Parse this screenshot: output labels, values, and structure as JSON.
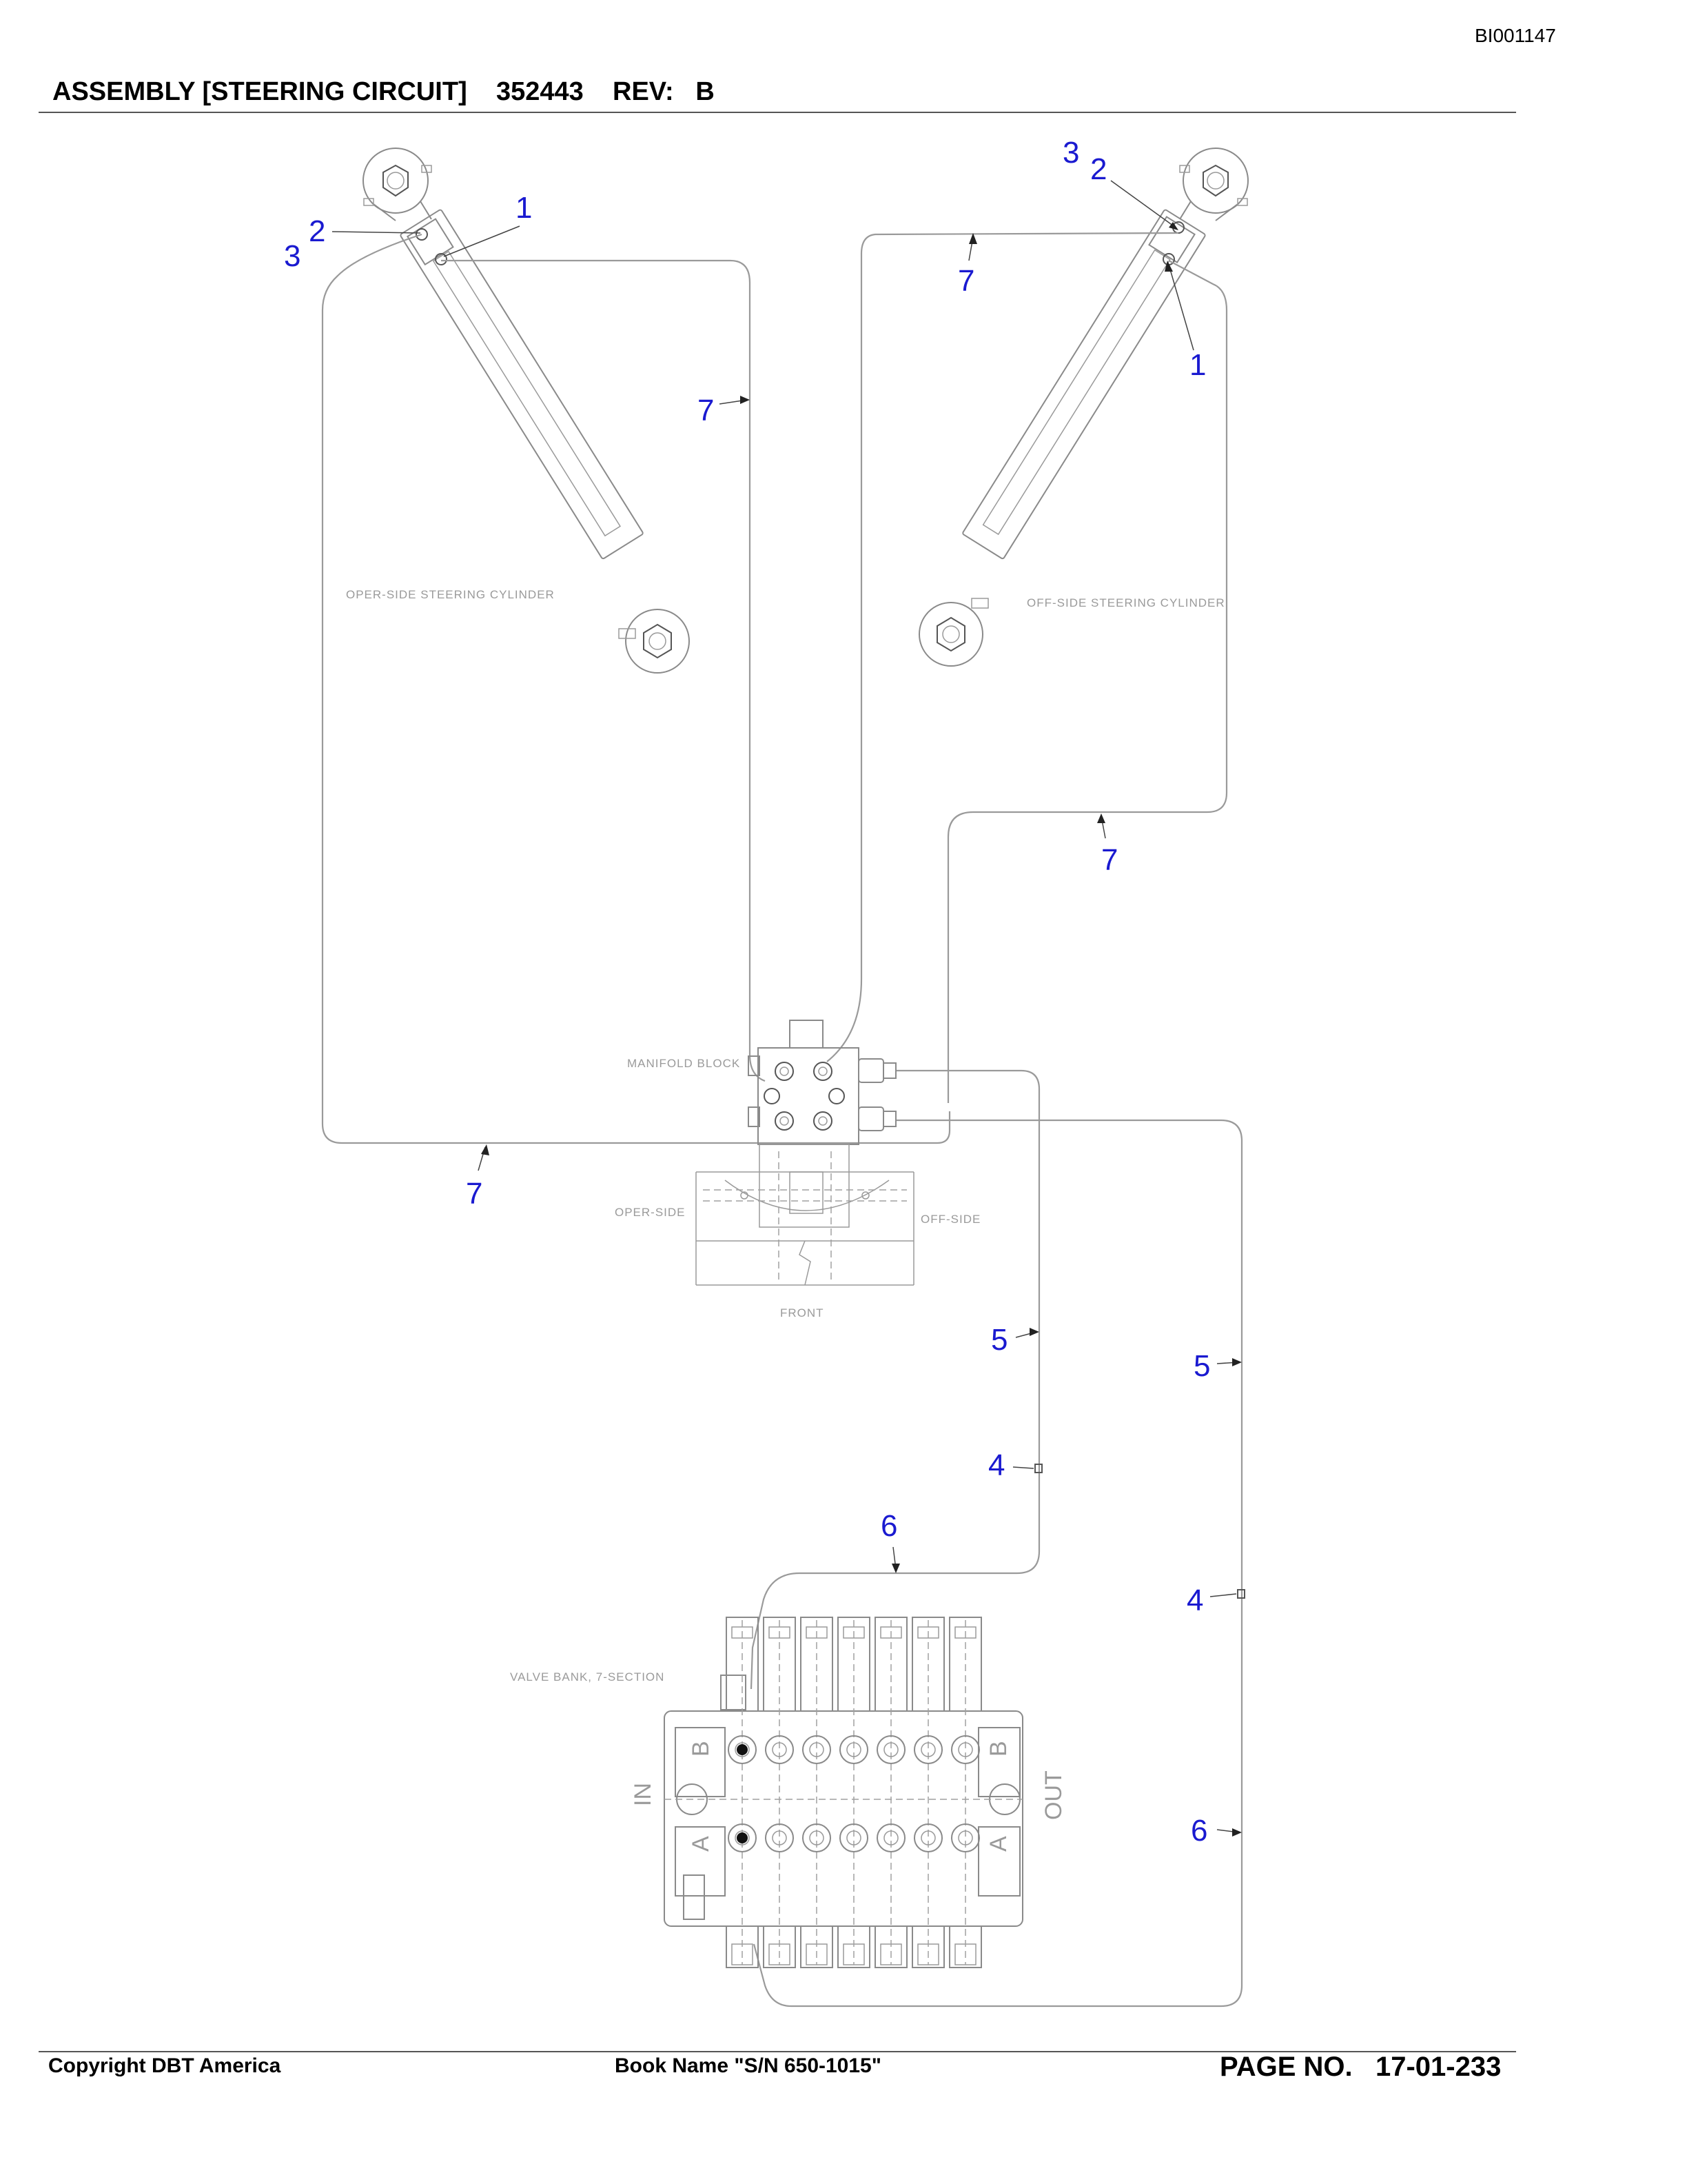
{
  "document": {
    "doc_id": "BI001147",
    "header": {
      "title": "ASSEMBLY [STEERING CIRCUIT]",
      "part_number": "352443",
      "rev_label": "REV:",
      "rev_value": "B"
    },
    "footer": {
      "copyright": "Copyright DBT America",
      "book_name": "Book Name \"S/N 650-1015\"",
      "page_label": "PAGE NO.",
      "page_value": "17-01-233"
    }
  },
  "drawing": {
    "component_labels": {
      "oper_cylinder": "OPER-SIDE STEERING CYLINDER",
      "off_cylinder": "OFF-SIDE STEERING CYLINDER",
      "manifold": "MANIFOLD BLOCK",
      "oper_side": "OPER-SIDE",
      "off_side": "OFF-SIDE",
      "front": "FRONT",
      "valve_bank": "VALVE BANK, 7-SECTION",
      "port_in": "IN",
      "port_out": "OUT",
      "port_b_left": "B",
      "port_a_left": "A",
      "port_b_right": "B",
      "port_a_right": "A"
    },
    "callouts": [
      {
        "id": "c-1-left",
        "label": "1"
      },
      {
        "id": "c-2-left",
        "label": "2"
      },
      {
        "id": "c-3-left",
        "label": "3"
      },
      {
        "id": "c-3-right",
        "label": "3"
      },
      {
        "id": "c-2-right",
        "label": "2"
      },
      {
        "id": "c-1-right",
        "label": "1"
      },
      {
        "id": "c-7-top-right",
        "label": "7"
      },
      {
        "id": "c-7-mid-left",
        "label": "7"
      },
      {
        "id": "c-7-mid-right",
        "label": "7"
      },
      {
        "id": "c-7-bottom-left",
        "label": "7"
      },
      {
        "id": "c-5-left",
        "label": "5"
      },
      {
        "id": "c-5-right",
        "label": "5"
      },
      {
        "id": "c-4-left",
        "label": "4"
      },
      {
        "id": "c-4-right",
        "label": "4"
      },
      {
        "id": "c-6-left",
        "label": "6"
      },
      {
        "id": "c-6-right",
        "label": "6"
      }
    ]
  }
}
